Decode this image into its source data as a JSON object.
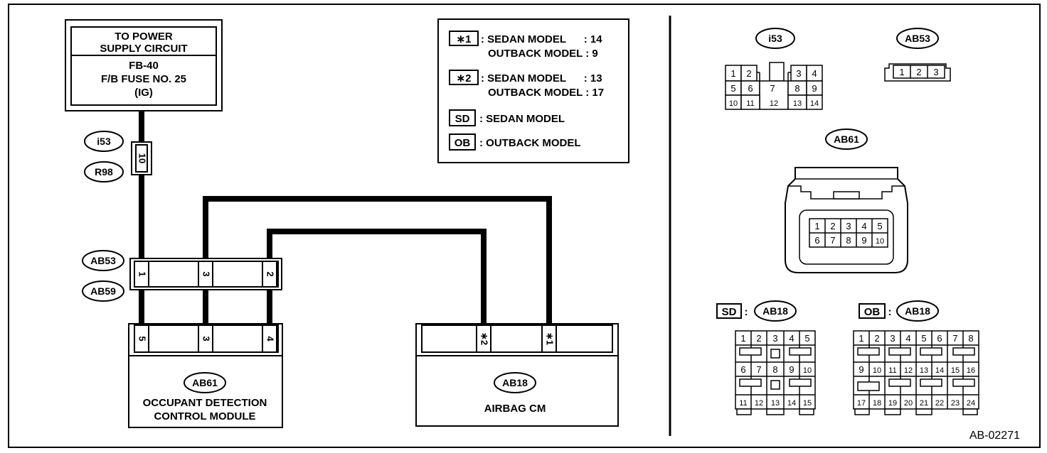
{
  "diagram_id": "AB-02271",
  "power_box": {
    "header_lines": [
      "TO POWER",
      "SUPPLY CIRCUIT"
    ],
    "body_lines": [
      "FB-40",
      "F/B FUSE NO. 25",
      "(IG)"
    ]
  },
  "legend": {
    "items": [
      {
        "symbol": "∗1",
        "lines": [
          ": SEDAN MODEL      : 14",
          "OUTBACK MODEL : 9"
        ]
      },
      {
        "symbol": "∗2",
        "lines": [
          ": SEDAN MODEL      : 13",
          "OUTBACK MODEL : 17"
        ]
      },
      {
        "symbol": "SD",
        "lines": [
          ": SEDAN MODEL"
        ]
      },
      {
        "symbol": "OB",
        "lines": [
          ": OUTBACK MODEL"
        ]
      }
    ]
  },
  "connector_tags": {
    "i53": "i53",
    "r98": "R98",
    "ab53": "AB53",
    "ab59": "AB59",
    "ab61": "AB61",
    "ab18": "AB18"
  },
  "pins": {
    "i53_r98": "10",
    "ab53_left": "1",
    "ab53_mid": "3",
    "ab53_right": "2",
    "ab61_left": "5",
    "ab61_mid": "3",
    "ab61_right": "4",
    "ab18_left": "∗2",
    "ab18_right": "∗1"
  },
  "modules": {
    "ab61_lines": [
      "OCCUPANT DETECTION",
      "CONTROL MODULE"
    ],
    "ab18_lines": [
      "AIRBAG CM"
    ]
  },
  "face_views": {
    "i53": {
      "tag": "i53",
      "rows": [
        [
          "1",
          "2",
          "",
          "",
          "3",
          "4"
        ],
        [
          "5",
          "6",
          "7",
          "8",
          "9"
        ],
        [
          "10",
          "11",
          "12",
          "13",
          "14"
        ]
      ]
    },
    "ab53": {
      "tag": "AB53",
      "pins": [
        "1",
        "2",
        "3"
      ]
    },
    "ab61": {
      "tag": "AB61",
      "rows": [
        [
          "1",
          "2",
          "3",
          "4",
          "5"
        ],
        [
          "6",
          "7",
          "8",
          "9",
          "10"
        ]
      ]
    },
    "ab18_sd": {
      "model": "SD",
      "sep": ":",
      "tag": "AB18",
      "rows": [
        [
          "1",
          "2",
          "3",
          "4",
          "5"
        ],
        [
          "6",
          "7",
          "8",
          "9",
          "10"
        ],
        [
          "11",
          "12",
          "13",
          "14",
          "15"
        ]
      ]
    },
    "ab18_ob": {
      "model": "OB",
      "sep": ":",
      "tag": "AB18",
      "rows": [
        [
          "1",
          "2",
          "3",
          "4",
          "5",
          "6",
          "7",
          "8"
        ],
        [
          "9",
          "10",
          "11",
          "12",
          "13",
          "14",
          "15",
          "16"
        ],
        [
          "17",
          "18",
          "19",
          "20",
          "21",
          "22",
          "23",
          "24"
        ]
      ]
    }
  }
}
